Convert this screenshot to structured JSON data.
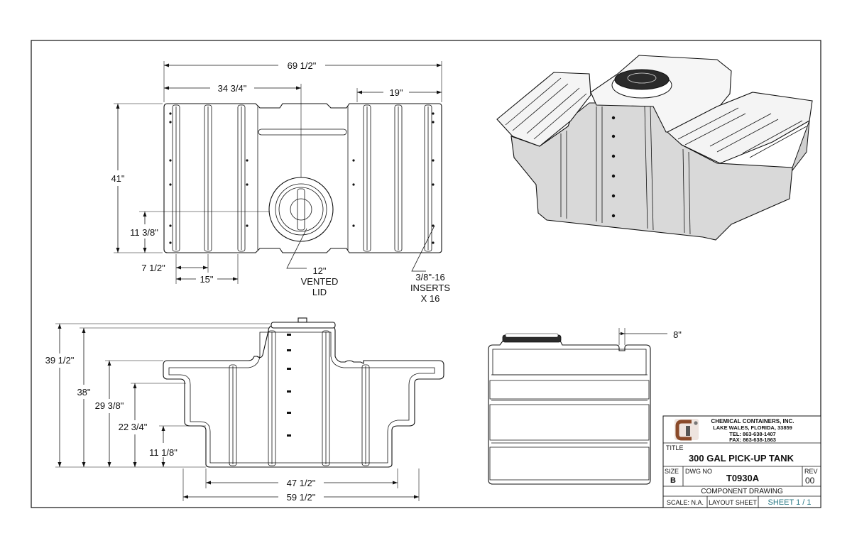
{
  "views": {
    "top": {
      "dims": {
        "overall_width": "69 1/2\"",
        "half_width": "34 3/4\"",
        "end_width": "19\"",
        "depth": "41\"",
        "lid_offset": "11 3/8\"",
        "insert_offset": "7 1/2\"",
        "insert_spacing": "15\""
      },
      "callouts": {
        "lid": [
          "12\"",
          "VENTED",
          "LID"
        ],
        "inserts": [
          "3/8\"-16",
          "INSERTS",
          "X 16"
        ]
      }
    },
    "front": {
      "dims": {
        "overall_height": "39 1/2\"",
        "body_height": "38\"",
        "step1_height": "29 3/8\"",
        "step2_height": "22 3/4\"",
        "step3_height": "11 1/8\"",
        "bottom_width": "47 1/2\"",
        "overall_width": "59 1/2\""
      }
    },
    "side": {
      "dims": {
        "offset": "8\""
      }
    }
  },
  "title_block": {
    "company": "CHEMICAL CONTAINERS, INC.",
    "address": "LAKE WALES, FLORIDA, 33859",
    "tel": "TEL: 863-638-1407",
    "fax": "FAX: 863-638-1863",
    "title_label": "TITLE",
    "title": "300 GAL PICK-UP TANK",
    "size_label": "SIZE",
    "size": "B",
    "dwg_label": "DWG NO",
    "dwg_no": "T0930A",
    "rev_label": "REV",
    "rev": "00",
    "drawing_type": "COMPONENT DRAWING",
    "scale": "SCALE: N.A.",
    "layout": "LAYOUT SHEET",
    "sheet": "SHEET 1 / 1"
  },
  "colors": {
    "ink": "#111111",
    "shade": "#d9d9d9",
    "sheet_text": "#2a7a86",
    "logo_brown": "#8a4a2a"
  }
}
